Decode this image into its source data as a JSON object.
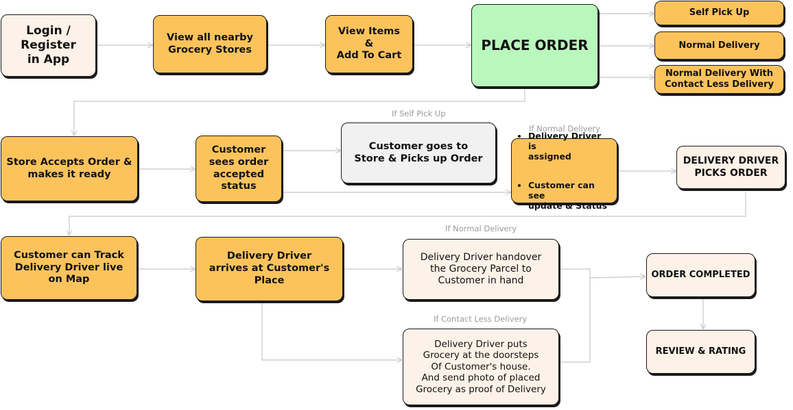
{
  "nodes": {
    "login": "Login /\nRegister\nin App",
    "view_stores": "View all nearby\nGrocery Stores",
    "view_items": "View Items\n&\nAdd To Cart",
    "place_order": "PLACE  ORDER",
    "self_pickup": "Self Pick Up",
    "normal_delivery": "Normal Delivery",
    "normal_contactless": "Normal Delivery With\nContact Less Delivery",
    "store_accepts": "Store Accepts Order &\nmakes it ready",
    "customer_sees": "Customer\nsees order\naccepted\nstatus",
    "customer_goes": "Customer goes to\nStore & Picks up Order",
    "driver_assigned_items": [
      "Delivery Driver is\nassigned",
      "Customer can see\nupdate & Status"
    ],
    "driver_picks": "DELIVERY DRIVER\nPICKS ORDER",
    "track_driver": "Customer can Track\nDelivery Driver live\non Map",
    "driver_arrives": "Delivery Driver\narrives at Customer's\nPlace",
    "handover": "Delivery Driver handover\nthe Grocery Parcel to\nCustomer in hand",
    "doorstep": "Delivery Driver puts\nGrocery at the doorsteps\nOf Customer's house.\nAnd send photo of placed\nGrocery as proof of Delivery",
    "order_completed": "ORDER COMPLETED",
    "review_rating": "REVIEW & RATING"
  },
  "labels": {
    "if_self_pickup": "If Self Pick Up",
    "if_normal_delivery_1": "If Normal Delivery",
    "if_normal_delivery_2": "If Normal Delivery",
    "if_contactless": "If Contact Less Delivery"
  },
  "colors": {
    "orange": "#fcc35c",
    "cream": "#fdf2e7",
    "green": "#b9f7bd",
    "grey": "#f1f1f1",
    "connector": "#c8c8c8",
    "label_text": "#9a9a9a"
  }
}
